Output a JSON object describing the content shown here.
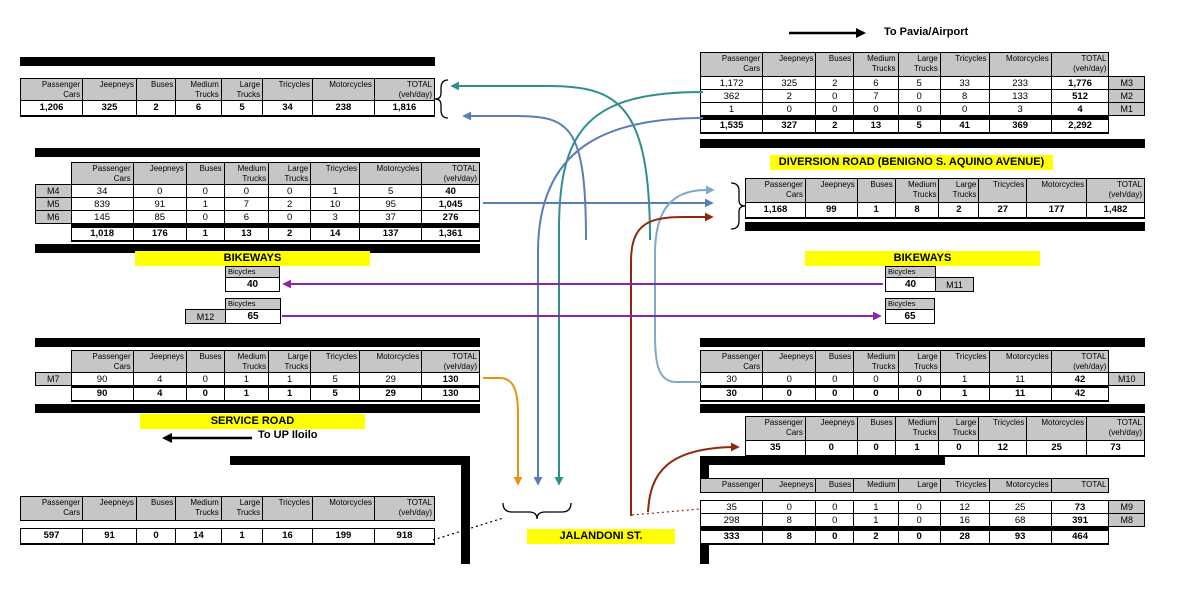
{
  "labels": {
    "to_pavia": "To Pavia/Airport",
    "to_up_iloilo": "To UP Iloilo",
    "diversion_road": "DIVERSION ROAD (BENIGNO S. AQUINO AVENUE)",
    "bikeways_left": "BIKEWAYS",
    "bikeways_right": "BIKEWAYS",
    "service_road": "SERVICE ROAD",
    "jalandoni": "JALANDONI ST.",
    "bicycles": "Bicycles"
  },
  "headers": {
    "full": [
      "Passenger\nCars",
      "Jeepneys",
      "Buses",
      "Medium\nTrucks",
      "Large\nTrucks",
      "Tricycles",
      "Motorcycles",
      "TOTAL\n(veh/day)"
    ],
    "short": [
      "Passenger",
      "Jeepneys",
      "Buses",
      "Medium",
      "Large",
      "Tricycles",
      "Motorcycles",
      "TOTAL"
    ]
  },
  "tables": {
    "top_left": {
      "row": [
        "1,206",
        "325",
        "2",
        "6",
        "5",
        "34",
        "238",
        "1,816"
      ]
    },
    "top_right": {
      "rows": [
        {
          "label": "M3",
          "values": [
            "1,172",
            "325",
            "2",
            "6",
            "5",
            "33",
            "233",
            "1,776"
          ]
        },
        {
          "label": "M2",
          "values": [
            "362",
            "2",
            "0",
            "7",
            "0",
            "8",
            "133",
            "512"
          ]
        },
        {
          "label": "M1",
          "values": [
            "1",
            "0",
            "0",
            "0",
            "0",
            "0",
            "3",
            "4"
          ]
        }
      ],
      "total": [
        "1,535",
        "327",
        "2",
        "13",
        "5",
        "41",
        "369",
        "2,292"
      ]
    },
    "mid_left": {
      "rows": [
        {
          "label": "M4",
          "values": [
            "34",
            "0",
            "0",
            "0",
            "0",
            "1",
            "5",
            "40"
          ]
        },
        {
          "label": "M5",
          "values": [
            "839",
            "91",
            "1",
            "7",
            "2",
            "10",
            "95",
            "1,045"
          ]
        },
        {
          "label": "M6",
          "values": [
            "145",
            "85",
            "0",
            "6",
            "0",
            "3",
            "37",
            "276"
          ]
        }
      ],
      "total": [
        "1,018",
        "176",
        "1",
        "13",
        "2",
        "14",
        "137",
        "1,361"
      ]
    },
    "right_mid": {
      "row": [
        "1,168",
        "99",
        "1",
        "8",
        "2",
        "27",
        "177",
        "1,482"
      ]
    },
    "left_m7": {
      "rows": [
        {
          "label": "M7",
          "values": [
            "90",
            "4",
            "0",
            "1",
            "1",
            "5",
            "29",
            "130"
          ]
        }
      ],
      "total": [
        "90",
        "4",
        "0",
        "1",
        "1",
        "5",
        "29",
        "130"
      ]
    },
    "right_m10": {
      "rows": [
        {
          "label": "M10",
          "values": [
            "30",
            "0",
            "0",
            "0",
            "0",
            "1",
            "11",
            "42"
          ]
        }
      ],
      "total": [
        "30",
        "0",
        "0",
        "0",
        "0",
        "1",
        "11",
        "42"
      ]
    },
    "right_service": {
      "row": [
        "35",
        "0",
        "0",
        "1",
        "0",
        "12",
        "25",
        "73"
      ]
    },
    "bottom_left": {
      "row": [
        "597",
        "91",
        "0",
        "14",
        "1",
        "16",
        "199",
        "918"
      ]
    },
    "bottom_right": {
      "rows": [
        {
          "label": "M9",
          "values": [
            "35",
            "0",
            "0",
            "1",
            "0",
            "12",
            "25",
            "73"
          ]
        },
        {
          "label": "M8",
          "values": [
            "298",
            "8",
            "0",
            "1",
            "0",
            "16",
            "68",
            "391"
          ]
        }
      ],
      "total": [
        "333",
        "8",
        "0",
        "2",
        "0",
        "28",
        "93",
        "464"
      ]
    }
  },
  "bikeways": {
    "left_inbound": {
      "value": "40"
    },
    "left_outbound": {
      "label": "M12",
      "value": "65"
    },
    "right_inbound": {
      "value": "40",
      "label": "M11"
    },
    "right_outbound": {
      "value": "65"
    }
  },
  "colors": {
    "highlight_yellow": "#ffff00",
    "header_gray": "#c6c6c6",
    "arrow_teal": "#2f8f8f",
    "arrow_blue": "#5a7db8",
    "arrow_lightblue": "#7fa8c9",
    "arrow_darkred": "#8c2a0e",
    "arrow_orange": "#e8930d",
    "arrow_purple": "#8e24aa"
  }
}
